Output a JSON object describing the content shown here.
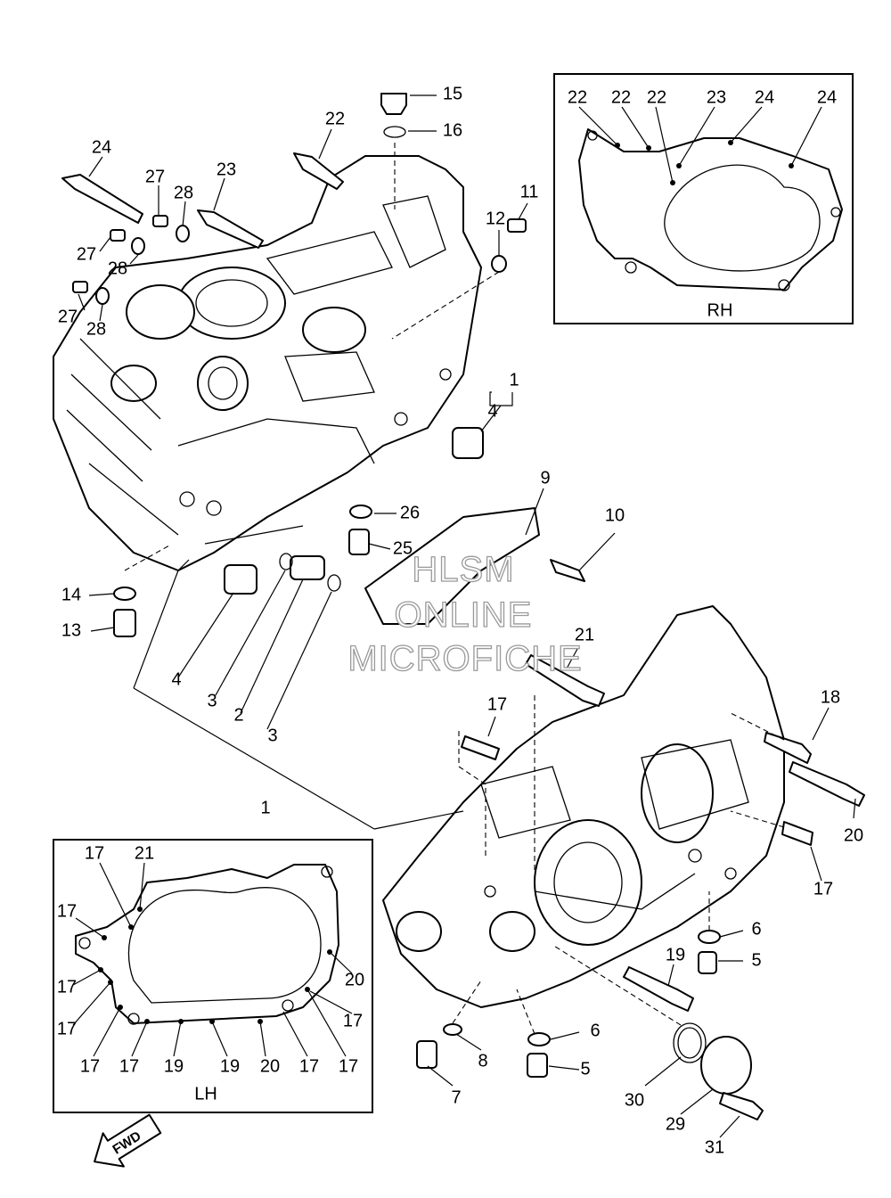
{
  "callouts": [
    {
      "id": "c15",
      "text": "15"
    },
    {
      "id": "c16",
      "text": "16"
    },
    {
      "id": "c22a",
      "text": "22"
    },
    {
      "id": "c24",
      "text": "24"
    },
    {
      "id": "c27a",
      "text": "27"
    },
    {
      "id": "c28a",
      "text": "28"
    },
    {
      "id": "c23",
      "text": "23"
    },
    {
      "id": "c27b",
      "text": "27"
    },
    {
      "id": "c28b",
      "text": "28"
    },
    {
      "id": "c27c",
      "text": "27"
    },
    {
      "id": "c28c",
      "text": "28"
    },
    {
      "id": "c12",
      "text": "12"
    },
    {
      "id": "c11",
      "text": "11"
    },
    {
      "id": "c1a",
      "text": "1"
    },
    {
      "id": "c4a",
      "text": "4"
    },
    {
      "id": "c9",
      "text": "9"
    },
    {
      "id": "c10",
      "text": "10"
    },
    {
      "id": "c26",
      "text": "26"
    },
    {
      "id": "c25",
      "text": "25"
    },
    {
      "id": "c14",
      "text": "14"
    },
    {
      "id": "c13",
      "text": "13"
    },
    {
      "id": "c4b",
      "text": "4"
    },
    {
      "id": "c3a",
      "text": "3"
    },
    {
      "id": "c2",
      "text": "2"
    },
    {
      "id": "c3b",
      "text": "3"
    },
    {
      "id": "c1b",
      "text": "1"
    },
    {
      "id": "c21",
      "text": "21"
    },
    {
      "id": "c17a",
      "text": "17"
    },
    {
      "id": "c18",
      "text": "18"
    },
    {
      "id": "c20",
      "text": "20"
    },
    {
      "id": "c17b",
      "text": "17"
    },
    {
      "id": "c6a",
      "text": "6"
    },
    {
      "id": "c5a",
      "text": "5"
    },
    {
      "id": "c19",
      "text": "19"
    },
    {
      "id": "c6b",
      "text": "6"
    },
    {
      "id": "c5b",
      "text": "5"
    },
    {
      "id": "c8",
      "text": "8"
    },
    {
      "id": "c7",
      "text": "7"
    },
    {
      "id": "c30",
      "text": "30"
    },
    {
      "id": "c29",
      "text": "29"
    },
    {
      "id": "c31",
      "text": "31"
    }
  ],
  "rh_inset": {
    "label": "RH",
    "callouts": [
      "22",
      "22",
      "22",
      "23",
      "24",
      "24"
    ]
  },
  "lh_inset": {
    "label": "LH",
    "callouts": [
      "17",
      "21",
      "17",
      "17",
      "17",
      "20",
      "17",
      "17",
      "17",
      "19",
      "19",
      "20",
      "17",
      "17"
    ]
  },
  "watermark": {
    "line1": "HLSM",
    "line2": "ONLINE",
    "line3": "MICROFICHE"
  },
  "fwd_label": "FWD",
  "colors": {
    "ink": "#000000",
    "paper": "#ffffff",
    "watermark_outline": "#9a9a9a"
  }
}
